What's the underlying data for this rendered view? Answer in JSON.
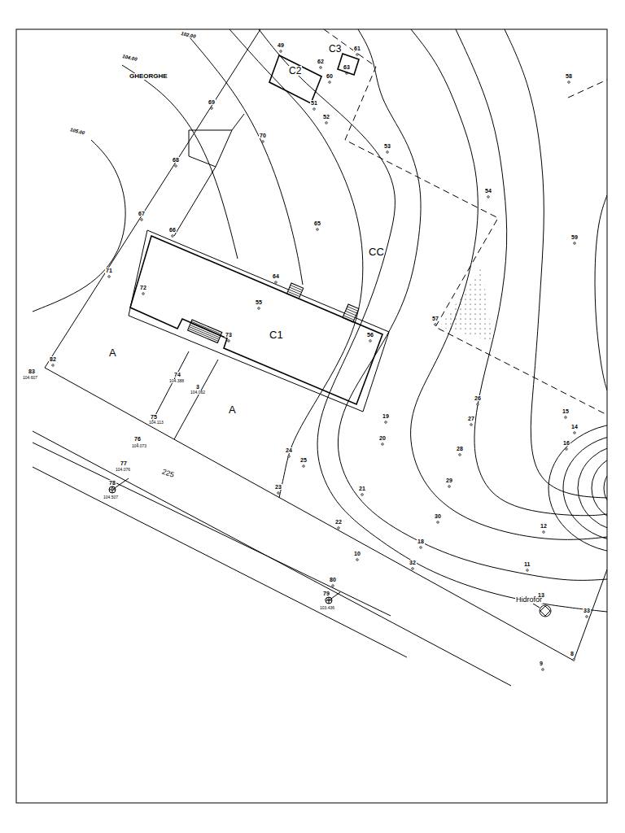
{
  "diagram": {
    "nodes": [
      {
        "text": [
          "C1"
        ]
      },
      {
        "text": [
          "C2"
        ]
      },
      {
        "text": [
          "C3"
        ]
      }
    ],
    "labels": [
      "GHEORGHE",
      "102.00",
      "104.00",
      "105.00",
      "A",
      "A",
      "CC",
      "Hidrofor",
      "225",
      "49",
      "62",
      "60",
      "61",
      "63",
      "51",
      "52",
      "58",
      "69",
      "70",
      "68",
      "67",
      "53",
      "54",
      "66",
      "65",
      "71",
      "72",
      "64",
      "55",
      "73",
      "57",
      "56",
      "59",
      "82",
      "83",
      "74",
      "3",
      "75",
      "76",
      "77",
      "78",
      "26",
      "27",
      "19",
      "20",
      "24",
      "25",
      "28",
      "29",
      "23",
      "21",
      "30",
      "22",
      "18",
      "10",
      "32",
      "15",
      "14",
      "16",
      "12",
      "11",
      "13",
      "33",
      "9",
      "8",
      "80",
      "79",
      "104.607",
      "104.073",
      "104.076",
      "104.507",
      "103.436",
      "104.388",
      "104.062",
      "104.113"
    ]
  }
}
